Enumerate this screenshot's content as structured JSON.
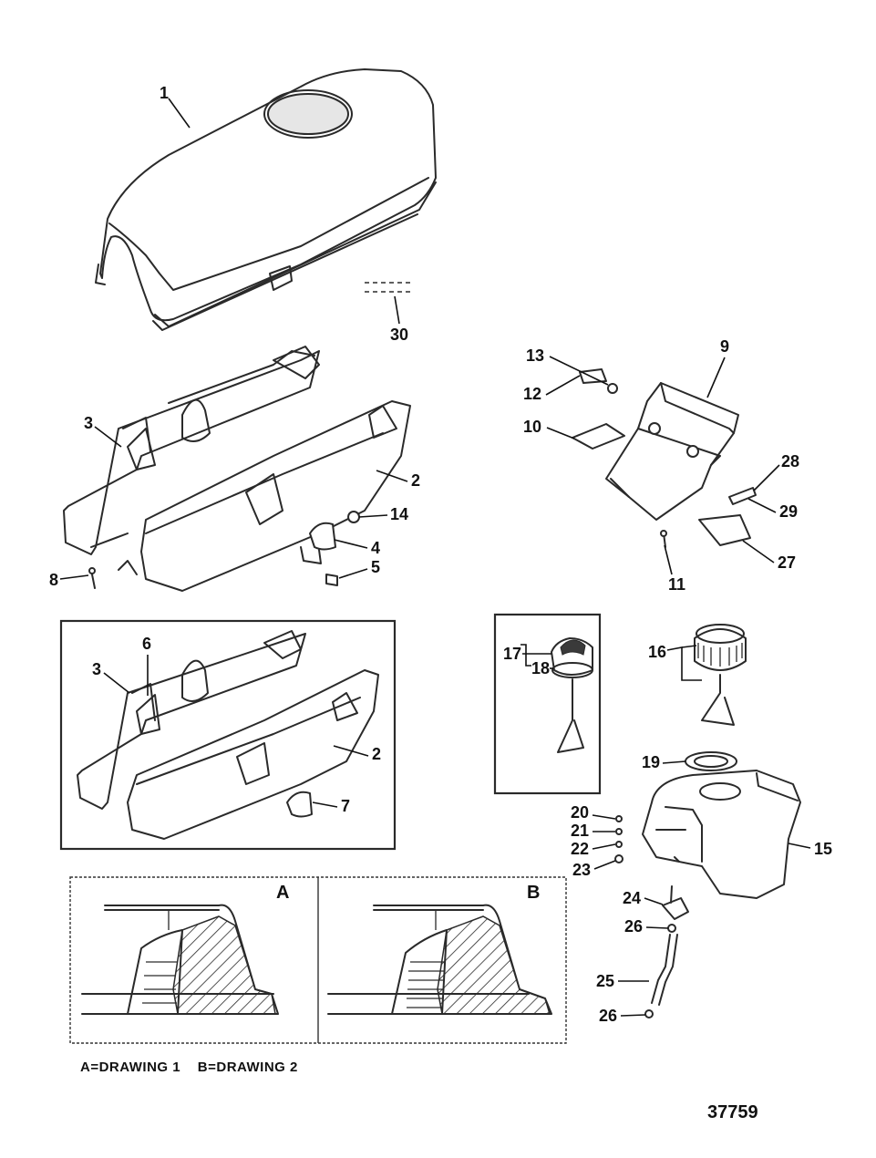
{
  "callouts": {
    "c1": "1",
    "c2a": "2",
    "c2b": "2",
    "c3a": "3",
    "c3b": "3",
    "c4": "4",
    "c5": "5",
    "c6": "6",
    "c7": "7",
    "c8": "8",
    "c9": "9",
    "c10": "10",
    "c11": "11",
    "c12": "12",
    "c13": "13",
    "c14": "14",
    "c15": "15",
    "c16": "16",
    "c17": "17",
    "c18": "18",
    "c19": "19",
    "c20": "20",
    "c21": "21",
    "c22": "22",
    "c23": "23",
    "c24": "24",
    "c25": "25",
    "c26a": "26",
    "c26b": "26",
    "c27": "27",
    "c28": "28",
    "c29": "29",
    "c30": "30"
  },
  "detail_panels": {
    "a_label": "A",
    "b_label": "B",
    "caption": "A=DRAWING 1    B=DRAWING 2"
  },
  "reference_number": "37759"
}
